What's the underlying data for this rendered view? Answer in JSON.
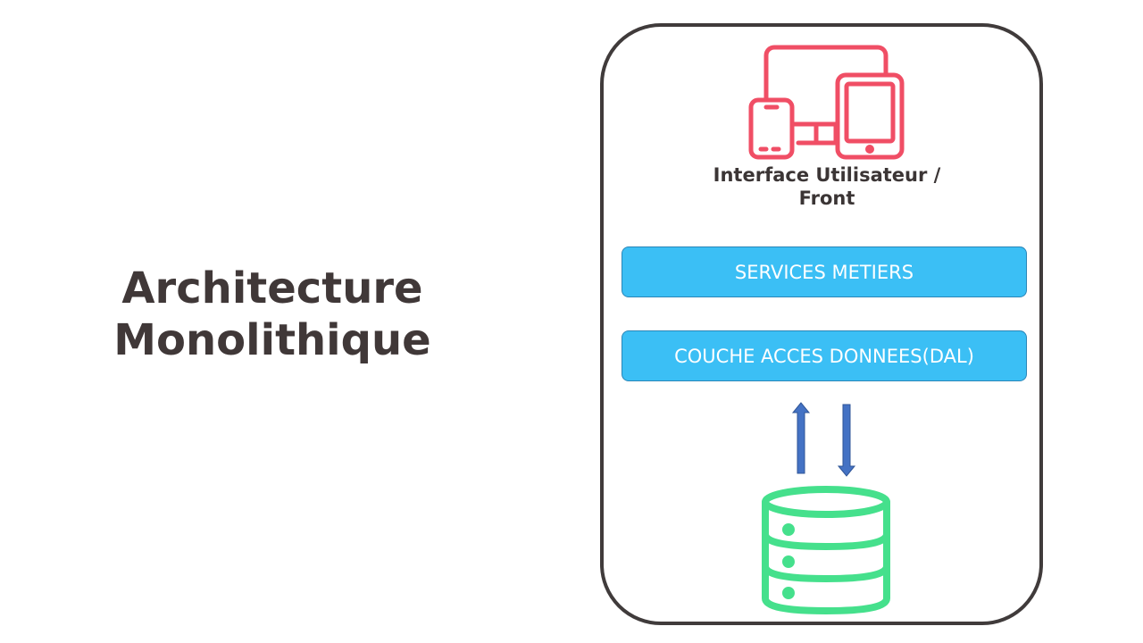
{
  "title": {
    "line1": "Architecture",
    "line2": "Monolithique"
  },
  "diagram": {
    "ui_label_line1": "Interface Utilisateur /",
    "ui_label_line2": "Front",
    "layers": {
      "services": "SERVICES METIERS",
      "dal": "COUCHE ACCES DONNEES(DAL)"
    },
    "icons": {
      "devices": "devices-icon",
      "database": "database-icon",
      "arrows": "bidirectional-arrows-icon"
    },
    "colors": {
      "devices_icon": "#f04e65",
      "layer_fill": "#3bbff5",
      "database_icon": "#45e08c",
      "arrows": "#4472c4",
      "container_border": "#403b3b",
      "title_text": "#403838"
    }
  }
}
